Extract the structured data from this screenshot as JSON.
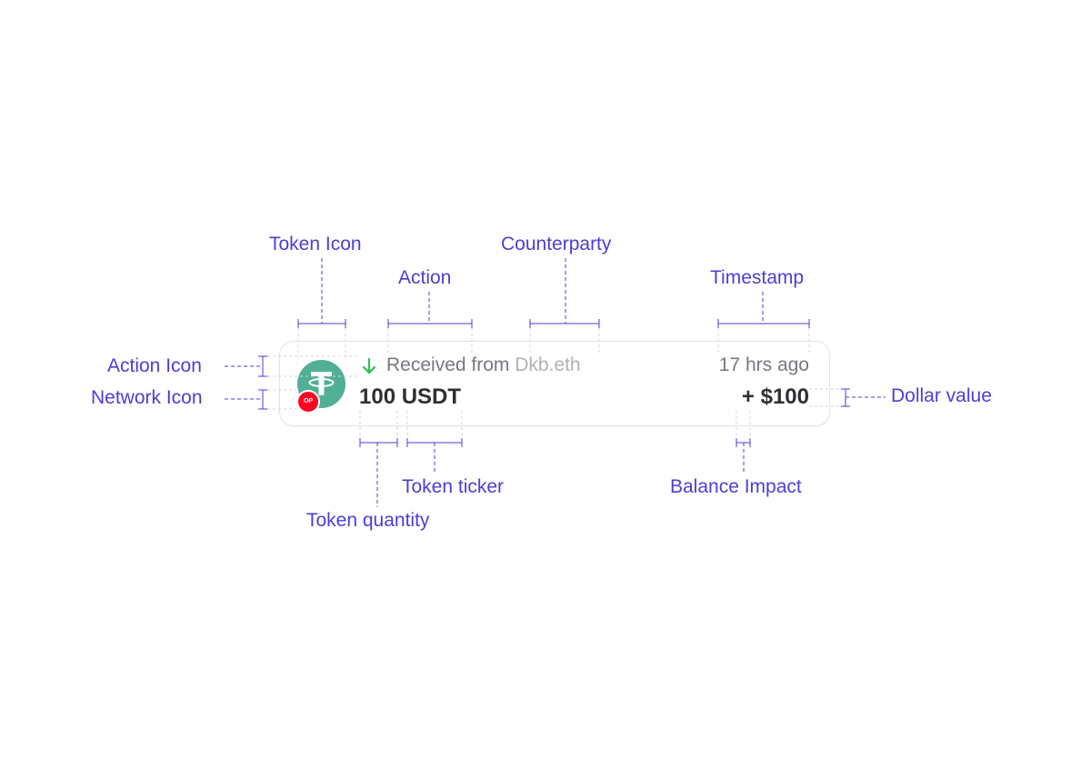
{
  "labels": {
    "token_icon": "Token Icon",
    "action": "Action",
    "counterparty": "Counterparty",
    "timestamp": "Timestamp",
    "action_icon": "Action Icon",
    "network_icon": "Network Icon",
    "dollar_value": "Dollar value",
    "token_ticker": "Token ticker",
    "token_quantity": "Token quantity",
    "balance_impact": "Balance Impact"
  },
  "transaction": {
    "action_text": "Received from",
    "counterparty": "Dkb.eth",
    "timestamp": "17 hrs ago",
    "quantity": "100",
    "ticker": "USDT",
    "balance_sign": "+",
    "dollar_value": "$100",
    "network_badge": "OP",
    "token_icon_symbol": "T"
  },
  "icons": {
    "token": "tether-icon",
    "network": "optimism-icon",
    "action": "arrow-down-icon"
  },
  "colors": {
    "annotation": "#4b3ed6",
    "token": "#50af95",
    "network": "#ff0420",
    "action_icon": "#2ebd59",
    "muted_text": "#77777f",
    "counterparty_text": "#b1b1b6",
    "primary_text": "#2e2e33"
  }
}
